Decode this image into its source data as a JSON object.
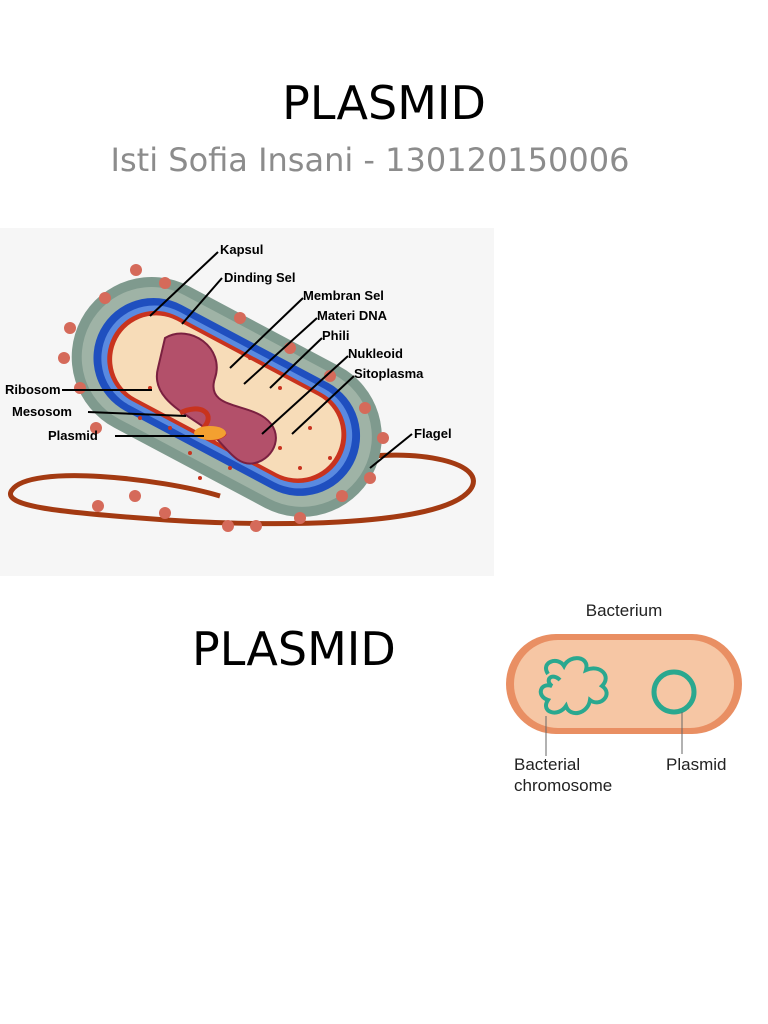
{
  "slide1": {
    "title": "PLASMID",
    "subtitle": "Isti Sofia Insani - 130120150006"
  },
  "cell_diagram": {
    "labels": {
      "kapsul": "Kapsul",
      "dinding_sel": "Dinding Sel",
      "membran_sel": "Membran Sel",
      "materi_dna": "Materi DNA",
      "phili": "Phili",
      "nukleoid": "Nukleoid",
      "sitoplasma": "Sitoplasma",
      "ribosom": "Ribosom",
      "mesosom": "Mesosom",
      "plasmid": "Plasmid",
      "flagel": "Flagel"
    }
  },
  "slide2": {
    "title": "PLASMID"
  },
  "bacterium_diagram": {
    "labels": {
      "bacterium": "Bacterium",
      "chromosome_line1": "Bacterial",
      "chromosome_line2": "chromosome",
      "plasmid": "Plasmid"
    }
  }
}
